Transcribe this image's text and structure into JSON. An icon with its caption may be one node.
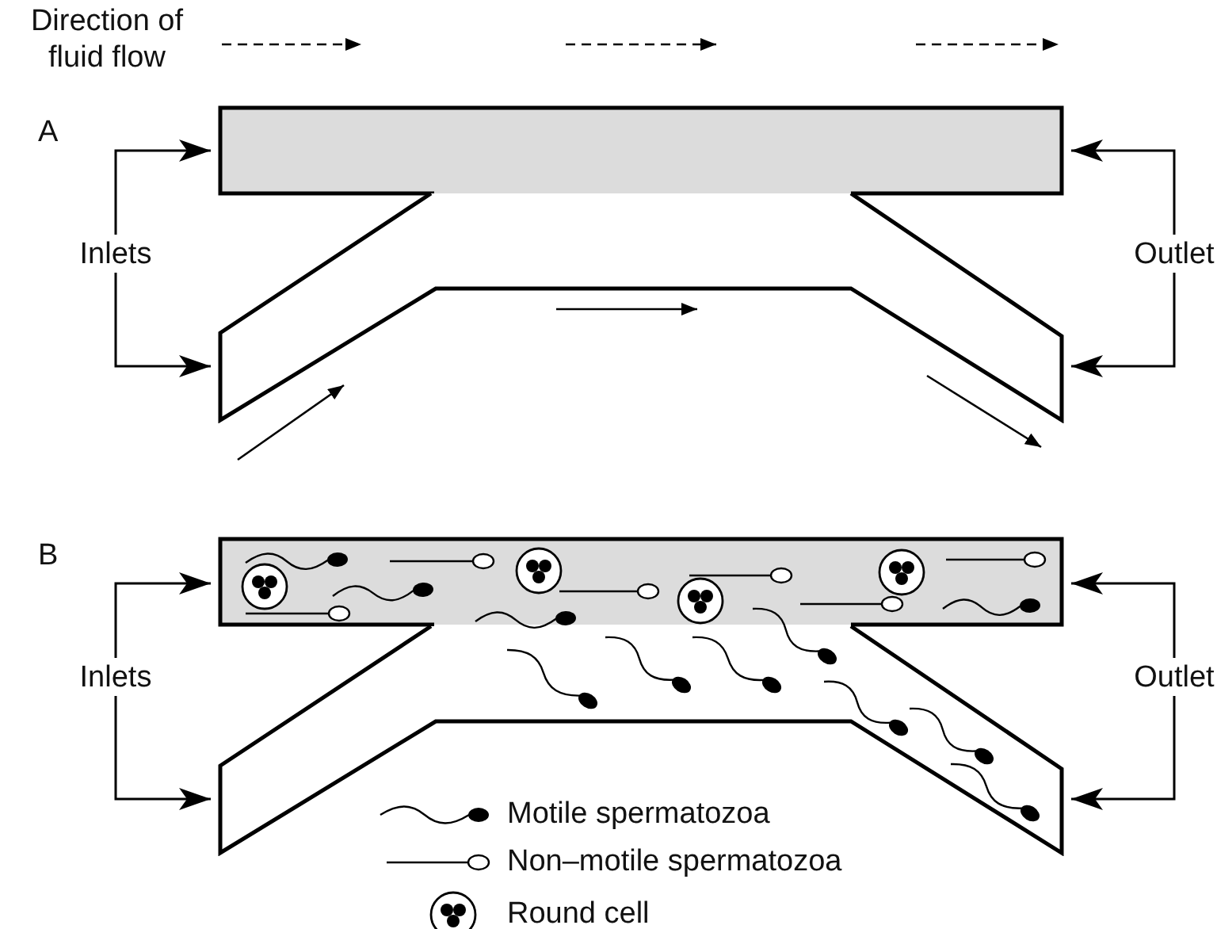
{
  "diagram": {
    "nodes": [
      {
        "text": [
          "Inlets"
        ]
      },
      {
        "text": [],
        "shape": "box"
      },
      {
        "text": [],
        "shape": "box"
      },
      {
        "text": [
          "Outlet"
        ]
      },
      {
        "text": [
          "Inlets"
        ]
      },
      {
        "text": [],
        "shape": "box"
      },
      {
        "text": [],
        "shape": "box"
      },
      {
        "text": [
          "Outlet"
        ]
      }
    ],
    "edges": [
      {
        "from": 0,
        "to": 1,
        "arrow": "to"
      },
      {
        "from": 0,
        "to": 2,
        "arrow": "to"
      },
      {
        "from": 3,
        "to": 1,
        "arrow": "to"
      },
      {
        "from": 3,
        "to": 2,
        "arrow": "to"
      },
      {
        "from": 4,
        "to": 5,
        "arrow": "to"
      },
      {
        "from": 4,
        "to": 6,
        "arrow": "to"
      },
      {
        "from": 7,
        "to": 5,
        "arrow": "to"
      },
      {
        "from": 7,
        "to": 6,
        "arrow": "to"
      }
    ],
    "labels": [
      "Direction of fluid flow",
      "A",
      "B"
    ],
    "legend": [
      {
        "text": "Motile spermatozoa"
      },
      {
        "text": "Non–motile spermatozoa"
      },
      {
        "text": "Round cell"
      }
    ]
  }
}
